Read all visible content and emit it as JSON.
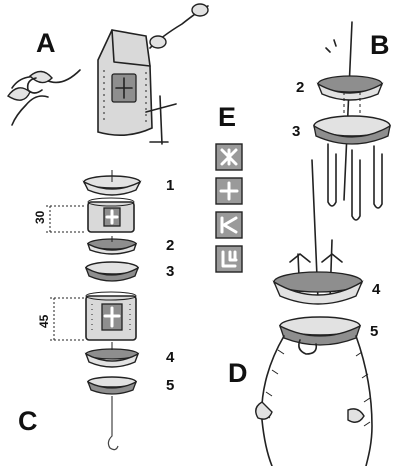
{
  "section_labels": {
    "a": "A",
    "b": "B",
    "c": "C",
    "d": "D",
    "e": "E"
  },
  "part_numbers_c": [
    "1",
    "2",
    "3",
    "4",
    "5"
  ],
  "part_numbers_b": [
    "2",
    "3"
  ],
  "part_numbers_d": [
    "4",
    "5"
  ],
  "dimensions": {
    "top": "30",
    "bottom": "45"
  },
  "icons": [
    "pinwheel-icon",
    "cross-icon",
    "k-arrow-icon",
    "rune-icon"
  ],
  "colors": {
    "ink": "#222222",
    "tile": "#9a9a9a",
    "metal": "#d9d9d9"
  }
}
